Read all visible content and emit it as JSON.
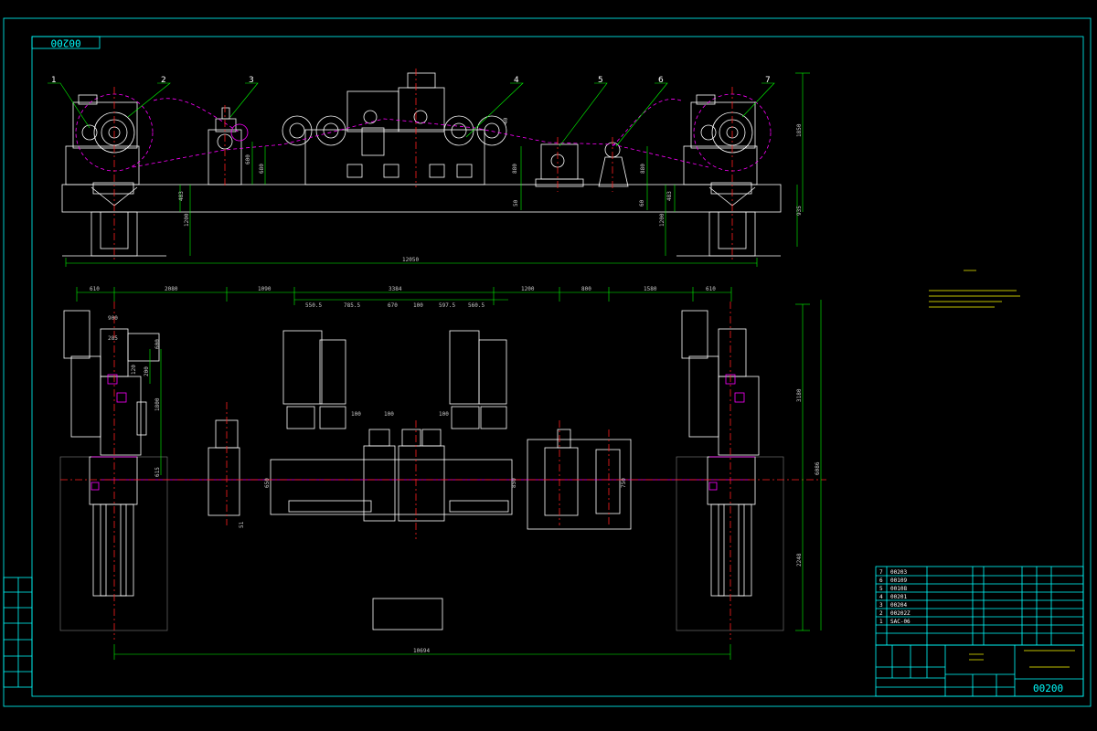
{
  "drawing": {
    "code_top": "00200",
    "code_bottom": "00200",
    "overall_length": "12050",
    "plan_length": "10694",
    "right_height_elev": "1850",
    "right_height_plan": "3180",
    "right_total_plan": "6086",
    "right_base_plan": "2248"
  },
  "callouts": [
    "1",
    "2",
    "3",
    "4",
    "5",
    "6",
    "7"
  ],
  "elevation_dims": [
    "483",
    "1200",
    "483",
    "1200",
    "935",
    "600",
    "680",
    "880",
    "880",
    "50",
    "60",
    "40"
  ],
  "plan_top_dims": [
    "610",
    "2080",
    "1090",
    "3384",
    "1200",
    "800",
    "1580",
    "610"
  ],
  "plan_sub_dims": [
    "550.5",
    "785.5",
    "670",
    "100",
    "597.5",
    "560.5"
  ],
  "plan_small_dims": [
    "900",
    "285",
    "600",
    "200",
    "120",
    "1800",
    "615",
    "100",
    "100",
    "100",
    "650",
    "850",
    "750",
    "51"
  ],
  "parts_list": {
    "rows": [
      {
        "no": "7",
        "code": "00203"
      },
      {
        "no": "6",
        "code": "00109"
      },
      {
        "no": "5",
        "code": "00108"
      },
      {
        "no": "4",
        "code": "00201"
      },
      {
        "no": "3",
        "code": "00204"
      },
      {
        "no": "2",
        "code": "00202Z"
      },
      {
        "no": "1",
        "code": "SAC-06"
      }
    ]
  },
  "colors": {
    "background": "#000000",
    "border": "#00ffff",
    "outline": "#ffffff",
    "centerline": "#ff2020",
    "strip": "#ff00ff",
    "dimension": "#00ff00"
  }
}
